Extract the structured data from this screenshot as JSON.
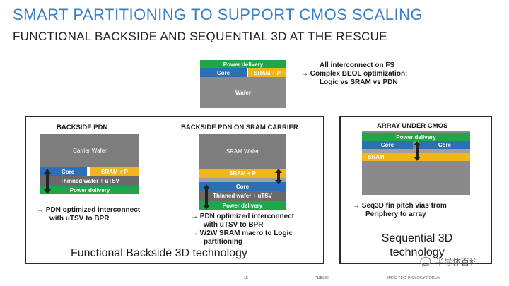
{
  "header": {
    "title": "SMART PARTITIONING TO SUPPORT CMOS SCALING",
    "subtitle": "FUNCTIONAL BACKSIDE AND SEQUENTIAL 3D AT THE RESCUE"
  },
  "top_stack": {
    "power": "Power delivery",
    "core": "Core",
    "sram": "SRAM + P",
    "wafer": "Wafer",
    "notes": [
      "All interconnect on FS",
      "→ Complex BEOL optimization:",
      "Logic vs SRAM vs PDN"
    ]
  },
  "backside_pdn": {
    "title": "BACKSIDE PDN",
    "carrier": "Carrier Wafer",
    "core": "Core",
    "sram": "SRAM + P",
    "thinned": "Thinned wafer + uTSV",
    "power": "Power delivery",
    "notes": [
      "→ PDN optimized interconnect",
      "with uTSV to BPR"
    ]
  },
  "backside_sram": {
    "title": "BACKSIDE PDN ON SRAM CARRIER",
    "wafer": "SRAM Wafer",
    "sram": "SRAM + P",
    "core": "Core",
    "thinned": "Thinned wafer + uTSV",
    "power": "Power delivery",
    "notes": [
      "→ PDN optimized interconnect",
      "with uTSV to BPR",
      "→ W2W SRAM macro to Logic",
      "partitioning"
    ]
  },
  "functional_label": "Functional Backside 3D technology",
  "array_under_cmos": {
    "title": "ARRAY UNDER CMOS",
    "power": "Power delivery",
    "core1": "Core",
    "core2": "Core",
    "sram": "SRAM",
    "notes": [
      "→ Seq3D fin pitch vias from",
      "Periphery to array"
    ],
    "label_line1": "Sequential 3D",
    "label_line2": "technology"
  },
  "footer": {
    "page": "15",
    "public": "PUBLIC",
    "forum": "IMEC TECHNOLOGY FORUM",
    "watermark": "半导体百科"
  },
  "colors": {
    "title_blue": "#3b7fc4",
    "power_green": "#1fa64a",
    "core_blue": "#2b6fb6",
    "sram_yellow": "#f2b51b",
    "wafer_gray": "#8a8a8a"
  }
}
